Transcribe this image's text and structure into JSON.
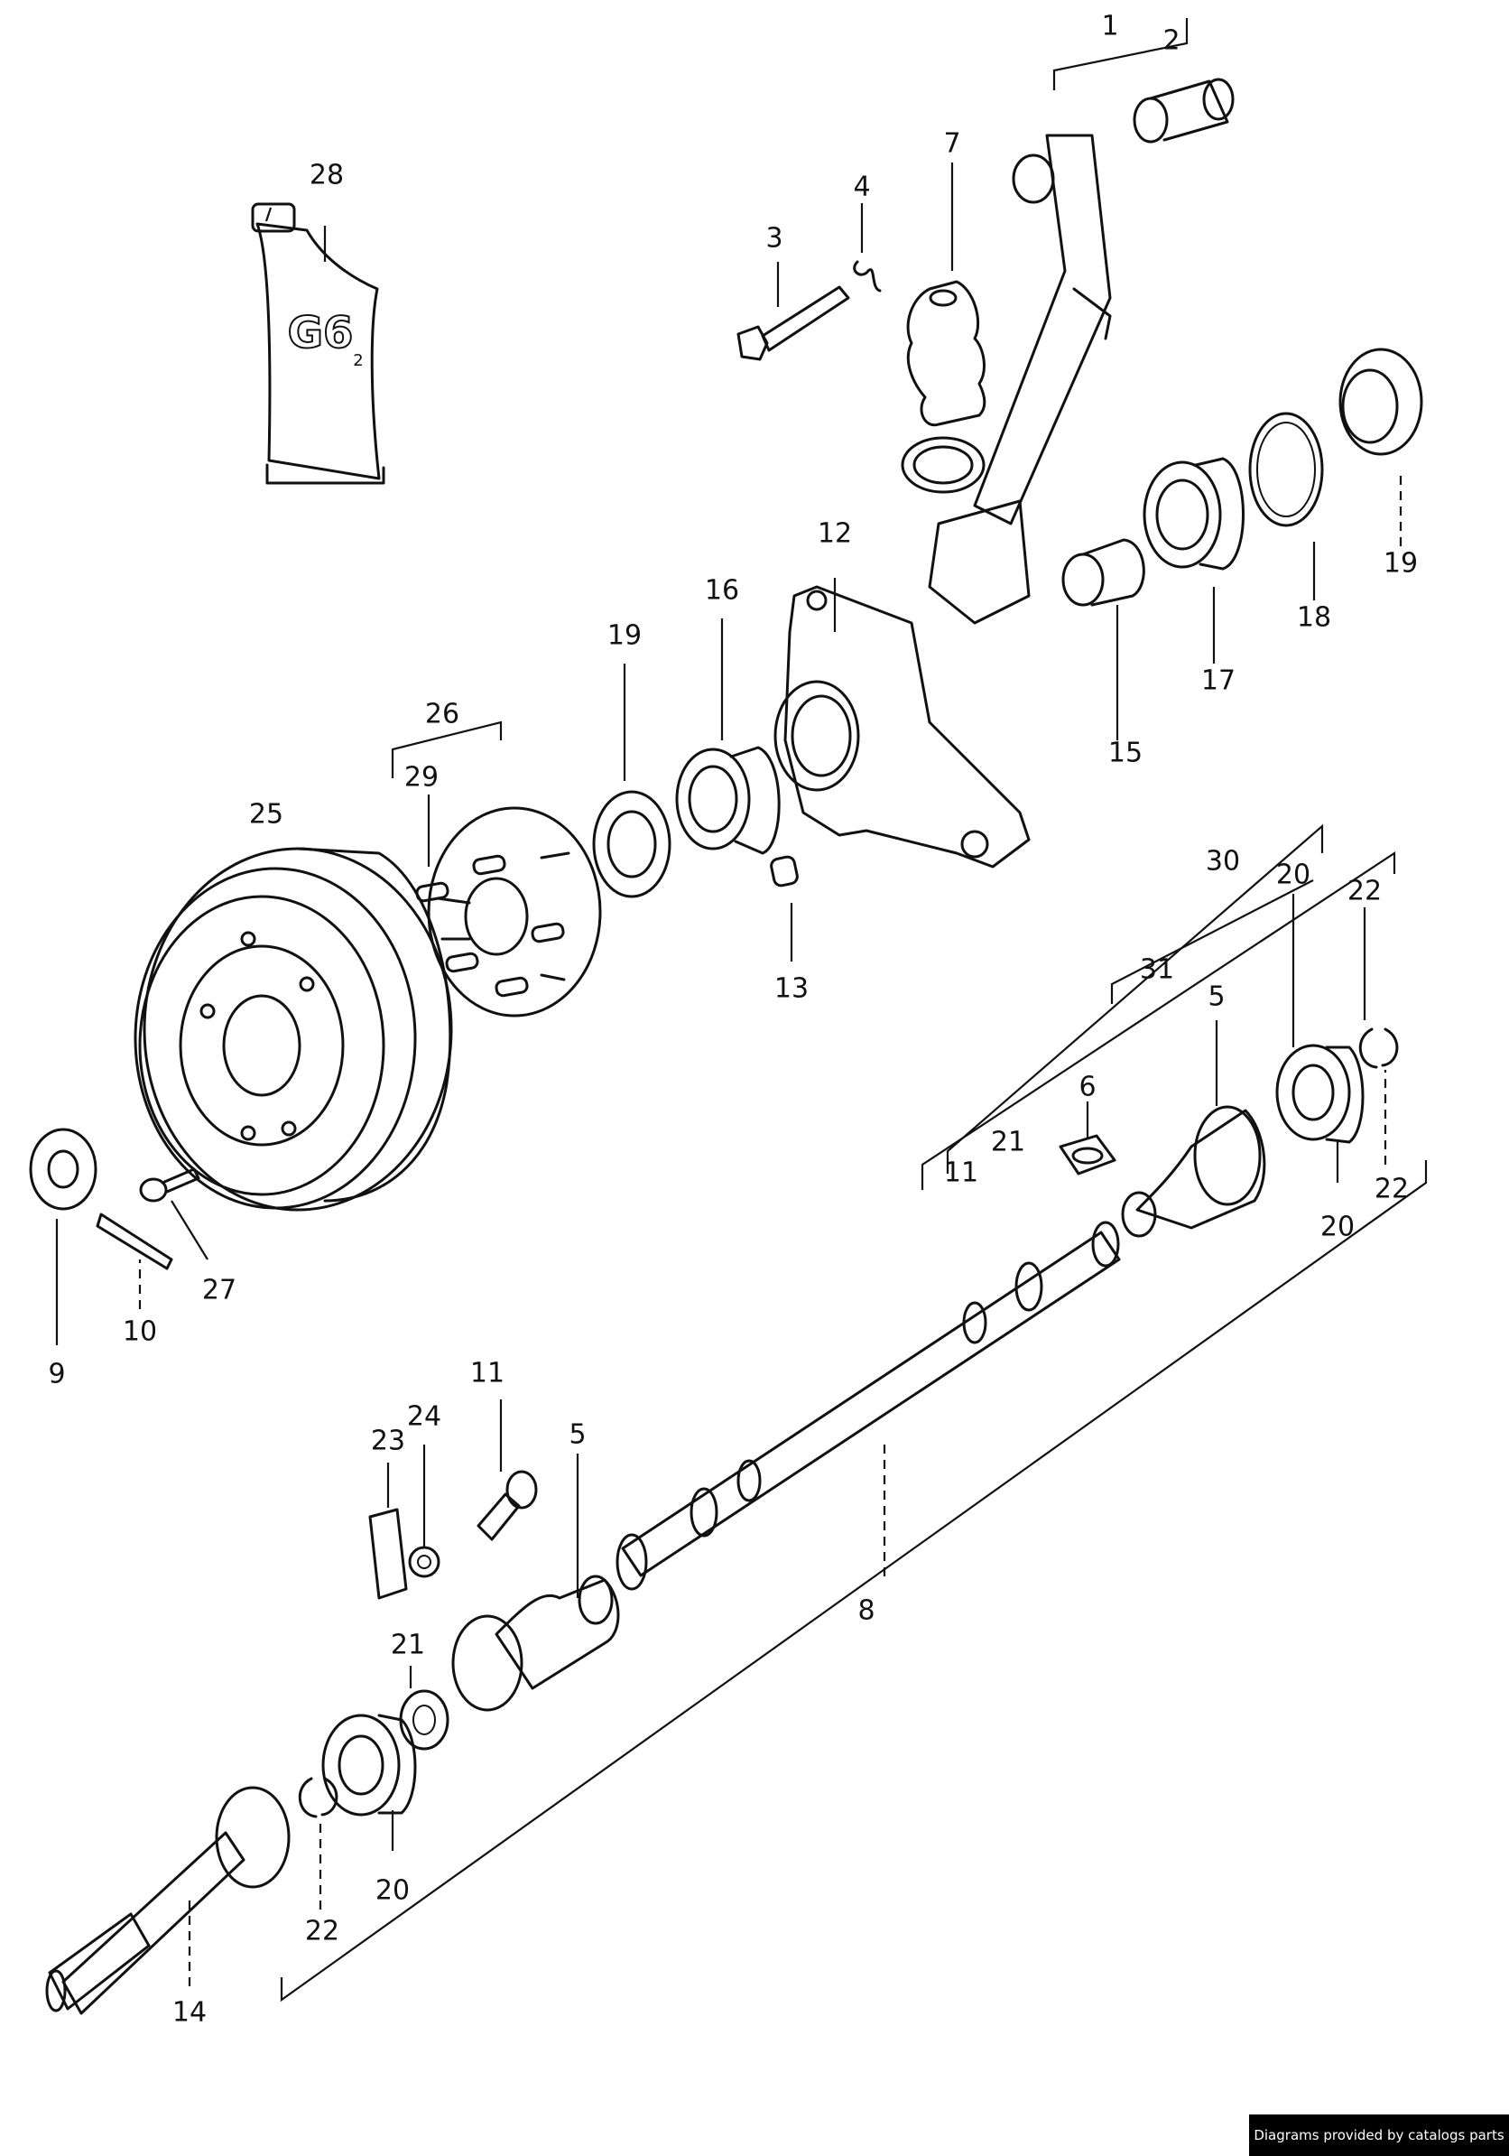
{
  "callouts": [
    "1",
    "2",
    "3",
    "4",
    "5",
    "5",
    "6",
    "7",
    "8",
    "9",
    "10",
    "11",
    "11",
    "12",
    "13",
    "14",
    "15",
    "16",
    "17",
    "18",
    "19",
    "19",
    "20",
    "20",
    "20",
    "21",
    "21",
    "22",
    "22",
    "22",
    "23",
    "24",
    "25",
    "26",
    "27",
    "28",
    "29",
    "30",
    "31"
  ],
  "tube_label": "G6",
  "tube_label_suffix": "2",
  "credit": "Diagrams provided by catalogs parts"
}
